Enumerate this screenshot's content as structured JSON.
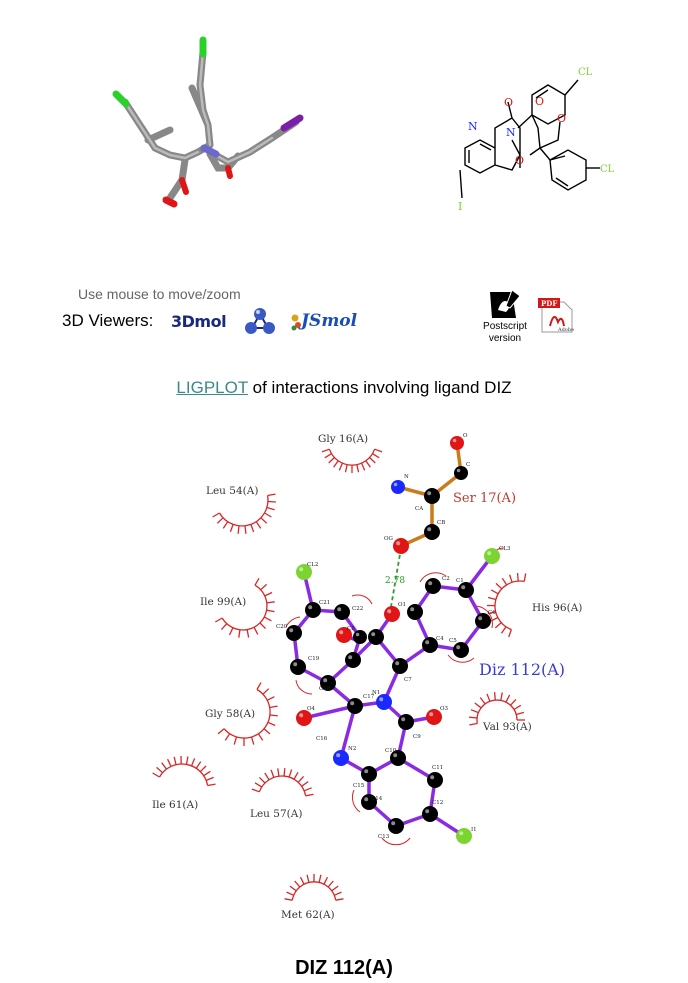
{
  "viewer": {
    "hint": "Use mouse to move/zoom",
    "label": "3D Viewers:",
    "viewer_3dmol": "3Dmol",
    "viewer_jsmol": "JSmol",
    "postscript_label_1": "Postscript",
    "postscript_label_2": "version",
    "pdf_badge": "PDF",
    "pdf_brand": "Adobe"
  },
  "structure2d": {
    "atoms": {
      "cl_top": "CL",
      "cl_right": "CL",
      "iodine": "I",
      "n1": "N",
      "n2": "N",
      "o1": "O",
      "o2": "O",
      "o3": "O",
      "o4": "O"
    }
  },
  "ligplot": {
    "link_text": "LIGPLOT",
    "title_rest": " of interactions involving ligand DIZ",
    "ligand_label": "Diz 112(A)",
    "hbond_distance": "2.78",
    "residues": {
      "gly16": "Gly 16(A)",
      "leu54": "Leu 54(A)",
      "ser17": "Ser 17(A)",
      "ile99": "Ile 99(A)",
      "his96": "His 96(A)",
      "gly58": "Gly 58(A)",
      "val93": "Val 93(A)",
      "ile61": "Ile 61(A)",
      "leu57": "Leu 57(A)",
      "met62": "Met 62(A)"
    },
    "atoms": {
      "o": "O",
      "c": "C",
      "n": "N",
      "ca": "CA",
      "cb": "CB",
      "og": "OG",
      "cl2": "CL2",
      "cl3": "CL3",
      "c21": "C21",
      "c22": "C22",
      "c20": "C20",
      "c8": "C8",
      "o1": "O1",
      "c2": "C2",
      "c1": "C1",
      "c6": "C6",
      "c4": "C4",
      "c5": "C5",
      "c19": "C19",
      "c18": "C18",
      "c7": "C7",
      "c17": "C17",
      "n1": "N1",
      "o4": "O4",
      "o3": "O3",
      "c16": "C16",
      "c9": "C9",
      "n2": "N2",
      "c10": "C10",
      "c11": "C11",
      "c15": "C15",
      "c14": "C14",
      "c12": "C12",
      "c13": "C13",
      "i1": "I1"
    }
  },
  "caption": "DIZ 112(A)",
  "colors": {
    "link": "#3a8a8a",
    "ligand_bond": "#8a2be2",
    "residue_bond": "#c87d1a",
    "hydrophobic": "#d62828",
    "hbond": "#2a9d2a",
    "ligand_label": "#3b3bd6",
    "residue_label": "#c0392b"
  }
}
